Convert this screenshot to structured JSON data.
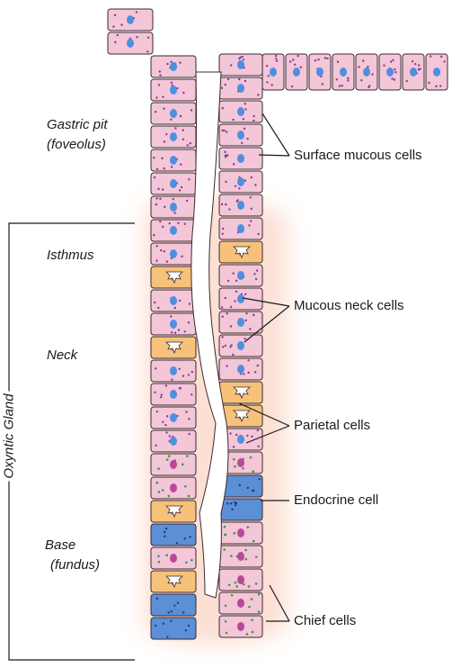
{
  "left_labels": {
    "gastric_pit": "Gastric pit",
    "gastric_pit_alt": "(foveolus)",
    "isthmus": "Isthmus",
    "neck": "Neck",
    "base": "Base",
    "base_alt": "(fundus)",
    "oxyntic_gland": "Oxyntic Gland"
  },
  "callouts": {
    "surface_mucous": "Surface mucous cells",
    "mucous_neck": "Mucous neck cells",
    "parietal": "Parietal cells",
    "endocrine": "Endocrine cell",
    "chief": "Chief cells"
  },
  "colors": {
    "mucous_cell": "#f3c6d8",
    "mucous_outline": "#3a2a30",
    "nucleus_blue": "#4f8fe0",
    "granule_purple": "#8a3a8f",
    "parietal_cell": "#f6c27a",
    "parietal_nucleus": "#e77a3a",
    "chief_granule": "#3a9a4a",
    "chief_nucleus": "#b8489a",
    "endocrine_cell": "#5b8fd6",
    "glow": "#f9c9b6"
  }
}
